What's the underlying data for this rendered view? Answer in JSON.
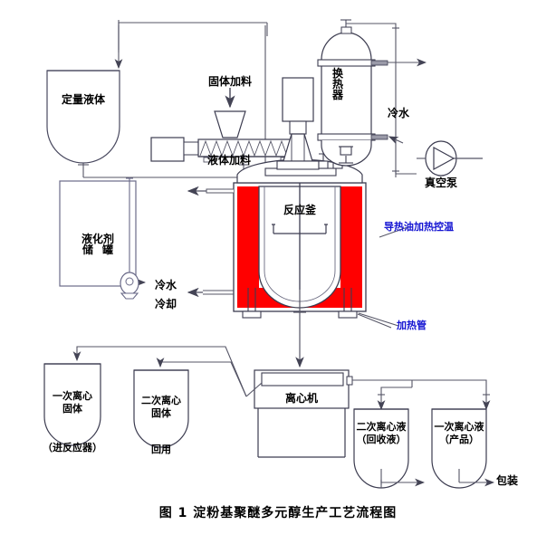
{
  "figure": {
    "caption": "图 1    淀粉基聚醚多元醇生产工艺流程图",
    "caption_number": "图 1",
    "caption_title": "淀粉基聚醚多元醇生产工艺流程图"
  },
  "colors": {
    "line": "#555566",
    "equipment_stroke": "#3c3c50",
    "heating_jacket": "#ff0000",
    "annotation_blue": "#1414d2",
    "text": "#000000",
    "background": "#ffffff"
  },
  "equipment": {
    "dosing_liquid_tank": {
      "label": "定量液体"
    },
    "liquefier_tank": {
      "label_line1": "液化剂",
      "label_line2": "储罐"
    },
    "pump": {
      "name": "centrifugal-pump"
    },
    "solid_feed": {
      "label": "固体加料"
    },
    "liquid_feed": {
      "label": "液体加料"
    },
    "heat_exchanger": {
      "label": "换热器"
    },
    "cold_water_exchanger": {
      "label": "冷水"
    },
    "vacuum_pump": {
      "label": "真空泵"
    },
    "reactor": {
      "label": "反应釜"
    },
    "cooling_water_in": {
      "label": "冷水"
    },
    "cooling": {
      "label": "冷却"
    },
    "thermal_oil": {
      "label": "导热油加热控温"
    },
    "heating_tube": {
      "label": "加热管"
    },
    "centrifuge": {
      "label": "离心机"
    },
    "first_centrifuge_solid": {
      "label_line1": "一次离心",
      "label_line2": "固体",
      "sub": "（进反应器）"
    },
    "second_centrifuge_solid": {
      "label_line1": "二次离心",
      "label_line2": "固体",
      "sub": "回用"
    },
    "second_centrifuge_liquid": {
      "label_line1": "二次离心液",
      "label_line2": "（回收液）"
    },
    "first_centrifuge_liquid": {
      "label_line1": "一次离心液",
      "label_line2": "（产品）"
    },
    "packaging": {
      "label": "包装"
    }
  }
}
